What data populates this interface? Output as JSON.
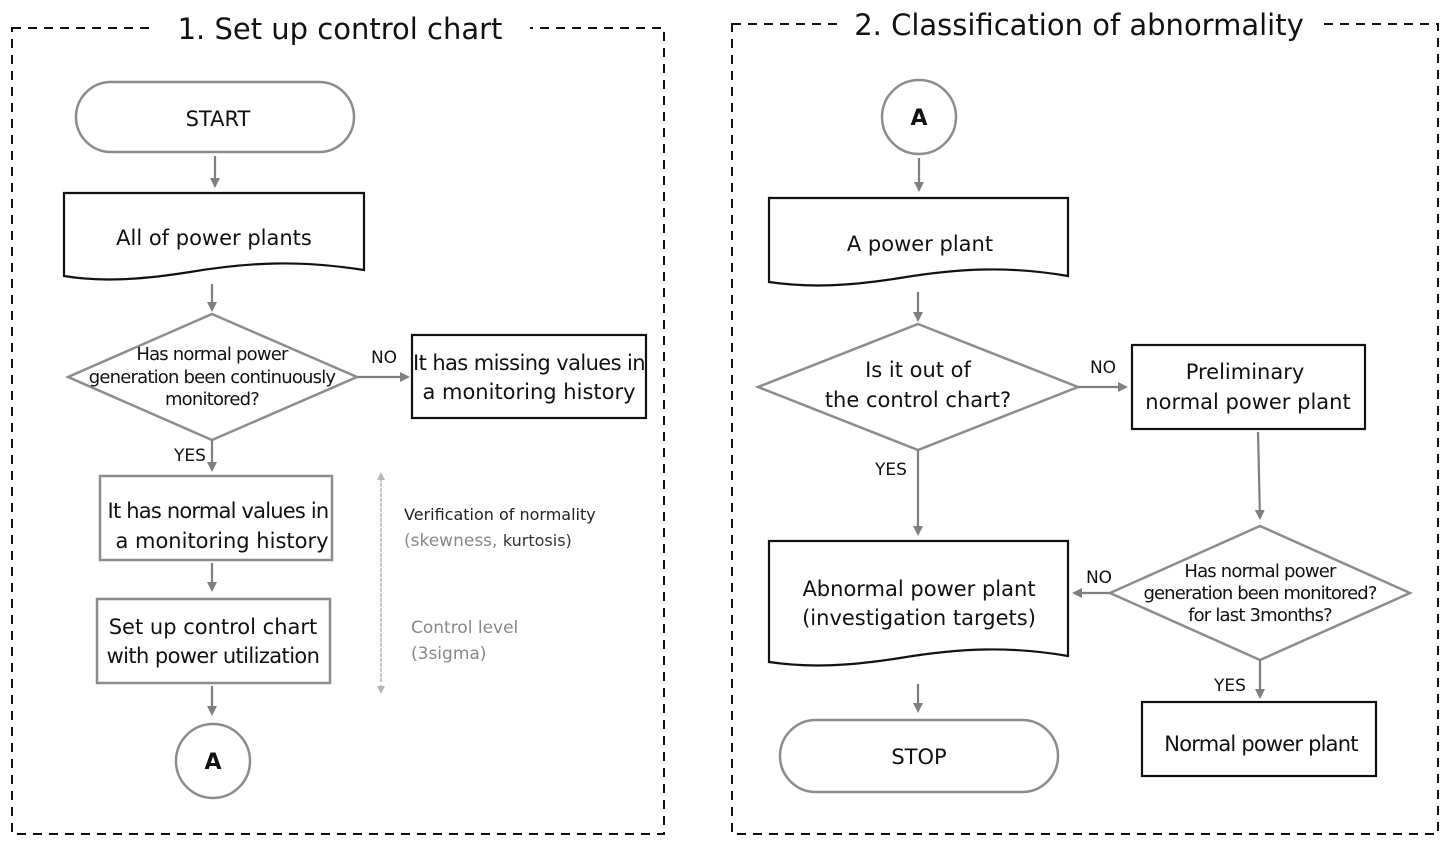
{
  "panels": {
    "left_title": "1. Set up control chart",
    "right_title": "2. Classification of abnormality"
  },
  "left": {
    "start": "START",
    "all_plants": "All of power plants",
    "decision": [
      "Has normal power",
      "generation been continuously",
      "monitored?"
    ],
    "no_label": "NO",
    "yes_label": "YES",
    "missing": [
      "It has missing values in",
      "a monitoring history"
    ],
    "normal_values": [
      "It has normal values in",
      "a monitoring history"
    ],
    "setup": [
      "Set up control chart",
      "with power utilization"
    ],
    "connector": "A",
    "note1_title": "Verification of normality",
    "note1_sub_a": "(skewness, ",
    "note1_sub_b": "kurtosis)",
    "note2_title": "Control level",
    "note2_sub": "(3sigma)"
  },
  "right": {
    "connector": "A",
    "power_plant": "A power plant",
    "decision1": [
      "Is it out of",
      "the control chart?"
    ],
    "no1": "NO",
    "yes1": "YES",
    "preliminary": [
      "Preliminary",
      "normal power plant"
    ],
    "abnormal": [
      "Abnormal power plant",
      "(investigation targets)"
    ],
    "decision2": [
      "Has normal power",
      "generation been monitored?",
      "for last 3months?"
    ],
    "no2": "NO",
    "yes2": "YES",
    "normal_plant": "Normal power plant",
    "stop": "STOP"
  }
}
